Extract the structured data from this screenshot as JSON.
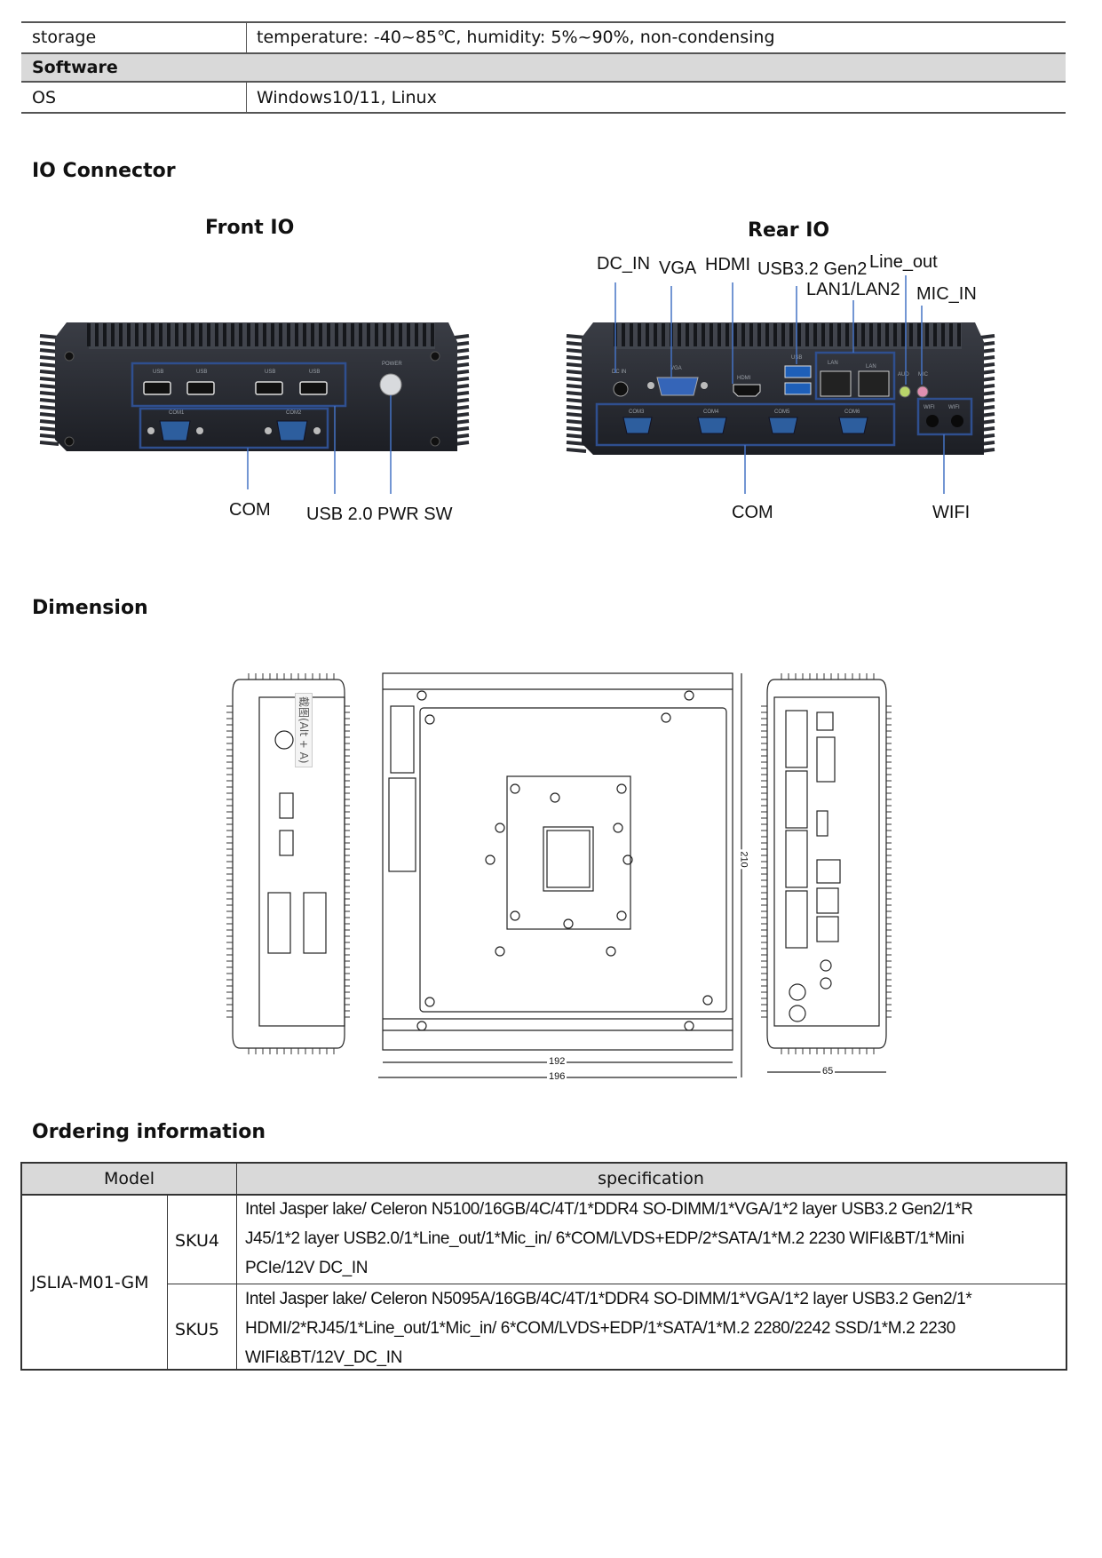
{
  "spec_table": {
    "rows": [
      {
        "label": "storage",
        "value": "temperature: -40~85℃, humidity: 5%~90%, non-condensing"
      },
      {
        "section": "Software"
      },
      {
        "label": "OS",
        "value": "Windows10/11, Linux"
      }
    ]
  },
  "io_connector": {
    "title": "IO Connector",
    "front": {
      "title": "Front IO",
      "labels": [
        "COM",
        "USB 2.0 PWR SW"
      ],
      "panel_text": [
        "USB",
        "USB",
        "USB",
        "USB",
        "POWER",
        "COM1",
        "COM2"
      ]
    },
    "rear": {
      "title": "Rear IO",
      "labels": [
        "DC_IN",
        "VGA",
        "HDMI",
        "USB3.2 Gen2",
        "Line_out",
        "LAN1/LAN2",
        "MIC_IN",
        "COM",
        "WIFI"
      ],
      "panel_text": [
        "DC IN",
        "VGA",
        "HDMI",
        "USB",
        "LAN",
        "LAN",
        "AUD",
        "MIC",
        "COM3",
        "COM4",
        "COM5",
        "COM6",
        "WIFI",
        "WIFI"
      ]
    },
    "colors": {
      "highlight": "#2f4f8f",
      "callout_line": "#4472c4",
      "chassis": "#23252b",
      "com_port": "#2d5e9e"
    }
  },
  "dimension": {
    "title": "Dimension",
    "dims": {
      "inner_width": "192",
      "outer_width": "196",
      "depth": "210",
      "height": "65"
    },
    "overlay_text": "截图(Alt + A)"
  },
  "ordering": {
    "title": "Ordering information",
    "headers": {
      "model": "Model",
      "spec": "specification"
    },
    "model": "JSLIA-M01-GM",
    "skus": [
      {
        "sku": "SKU4",
        "spec_lines": [
          "Intel Jasper lake/ Celeron N5100/16GB/4C/4T/1*DDR4 SO-DIMM/1*VGA/1*2 layer USB3.2 Gen2/1*R",
          "J45/1*2 layer USB2.0/1*Line_out/1*Mic_in/ 6*COM/LVDS+EDP/2*SATA/1*M.2 2230 WIFI&BT/1*Mini",
          "PCIe/12V DC_IN"
        ]
      },
      {
        "sku": "SKU5",
        "spec_lines": [
          "Intel Jasper lake/ Celeron N5095A/16GB/4C/4T/1*DDR4 SO-DIMM/1*VGA/1*2 layer USB3.2 Gen2/1*",
          "HDMI/2*RJ45/1*Line_out/1*Mic_in/ 6*COM/LVDS+EDP/1*SATA/1*M.2 2280/2242 SSD/1*M.2 2230",
          "WIFI&BT/12V_DC_IN"
        ]
      }
    ],
    "header_bg": "#d9d9d9"
  }
}
